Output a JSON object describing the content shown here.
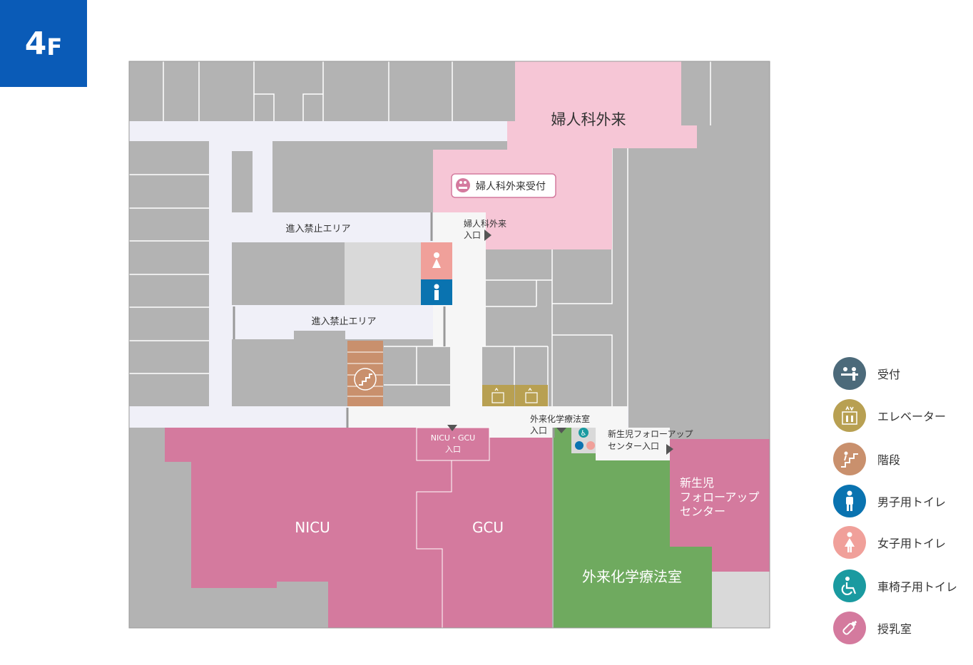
{
  "floor": {
    "number": "4",
    "unit": "F"
  },
  "colors": {
    "floor_badge": "#0a5bb7",
    "room_gray": "#b3b3b3",
    "corridor": "#f0f0f8",
    "light_corridor": "#f6f6f6",
    "gynecology": "#f6c6d6",
    "nicu": "#d47a9e",
    "chemo": "#6faa5f",
    "stairs": "#c9906d",
    "elevator": "#b8a052",
    "male": "#0a73b0",
    "female": "#f0a09a",
    "reception": "#4c6a7a",
    "wheelchair": "#1a9aa0",
    "nursing": "#d47a9e"
  },
  "rooms": {
    "gynecology": "婦人科外来",
    "nicu": "NICU",
    "gcu": "GCU",
    "chemo": "外来化学療法室",
    "follow_up_1": "新生児",
    "follow_up_2": "フォローアップ",
    "follow_up_3": "センター"
  },
  "labels": {
    "no_entry_1": "進入禁止エリア",
    "no_entry_2": "進入禁止エリア",
    "gyn_reception": "婦人科外来受付",
    "gyn_entrance_1": "婦人科外来",
    "gyn_entrance_2": "入口",
    "chemo_entrance_1": "外来化学療法室",
    "chemo_entrance_2": "入口",
    "nicu_entrance_1": "NICU・GCU",
    "nicu_entrance_2": "入口",
    "follow_entrance_1": "新生児フォローアップ",
    "follow_entrance_2": "センター入口"
  },
  "legend": [
    {
      "icon": "reception-icon",
      "label": "受付",
      "color": "#4c6a7a"
    },
    {
      "icon": "elevator-icon",
      "label": "エレベーター",
      "color": "#b8a052"
    },
    {
      "icon": "stairs-icon",
      "label": "階段",
      "color": "#c9906d"
    },
    {
      "icon": "male-toilet-icon",
      "label": "男子用トイレ",
      "color": "#0a73b0"
    },
    {
      "icon": "female-toilet-icon",
      "label": "女子用トイレ",
      "color": "#f0a09a"
    },
    {
      "icon": "wheelchair-toilet-icon",
      "label": "車椅子用トイレ",
      "color": "#1a9aa0"
    },
    {
      "icon": "nursing-room-icon",
      "label": "授乳室",
      "color": "#d47a9e"
    }
  ]
}
